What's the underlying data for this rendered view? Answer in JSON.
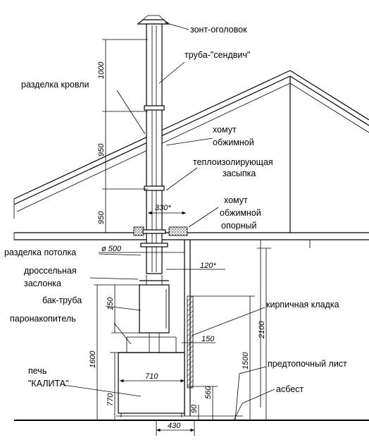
{
  "labels": {
    "zont": "зонт-оголовок",
    "truba": "труба-\"сендвич\"",
    "razdelka_krovli": "разделка кровли",
    "khomut1_a": "хомут",
    "khomut1_b": "обжимной",
    "teplo_a": "теплоизолирующая",
    "teplo_b": "засыпка",
    "khomut2_a": "хомут",
    "khomut2_b": "обжимной",
    "khomut2_c": "опорный",
    "razdelka_potolka": "разделка потолка",
    "drossel_a": "дроссельная",
    "drossel_b": "заслонка",
    "bak": "бак-труба",
    "paro": "паронакопитель",
    "kirpich": "кирпичная кладка",
    "pech_a": "печь",
    "pech_b": "\"КАЛИТА\"",
    "predtop": "предтопочный лист",
    "asbest": "асбест"
  },
  "dims": {
    "d1000": "1000",
    "d950a": "950",
    "d950b": "950",
    "d330": "330*",
    "d500": "ø 500",
    "d120": "120*",
    "d150a": "150",
    "d150b": "150",
    "d1600": "1600",
    "d1500": "1500",
    "d2100": "2100",
    "d710": "710",
    "d770": "770",
    "d560": "560",
    "d90": "90",
    "d430": "430"
  }
}
